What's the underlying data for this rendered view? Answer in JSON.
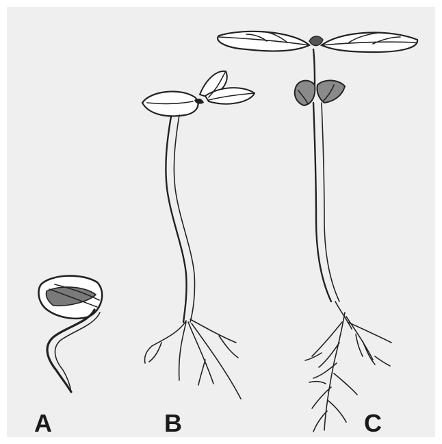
{
  "colors": {
    "background": "#efefef",
    "ink": "#222222",
    "seed_shade": "#6e6e6e"
  },
  "stages": [
    {
      "id": "A",
      "label": "A"
    },
    {
      "id": "B",
      "label": "B"
    },
    {
      "id": "C",
      "label": "C"
    }
  ]
}
